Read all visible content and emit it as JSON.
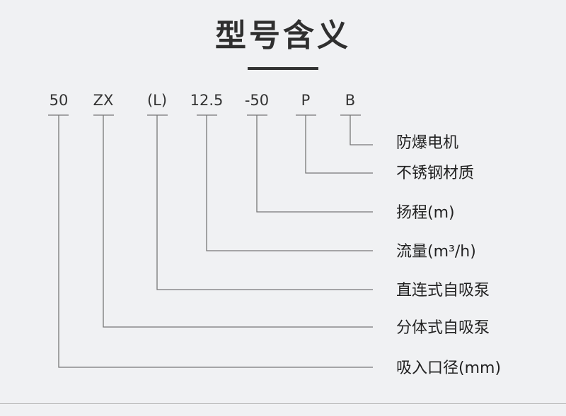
{
  "title": "型号含义",
  "codes": [
    "50",
    "ZX",
    "(L)",
    "12.5",
    "-50",
    "P",
    "B"
  ],
  "meanings": [
    "吸入口径(mm)",
    "分体式自吸泵",
    "直连式自吸泵",
    "流量(m³/h)",
    "扬程(m)",
    "不锈钢材质",
    "防爆电机"
  ]
}
